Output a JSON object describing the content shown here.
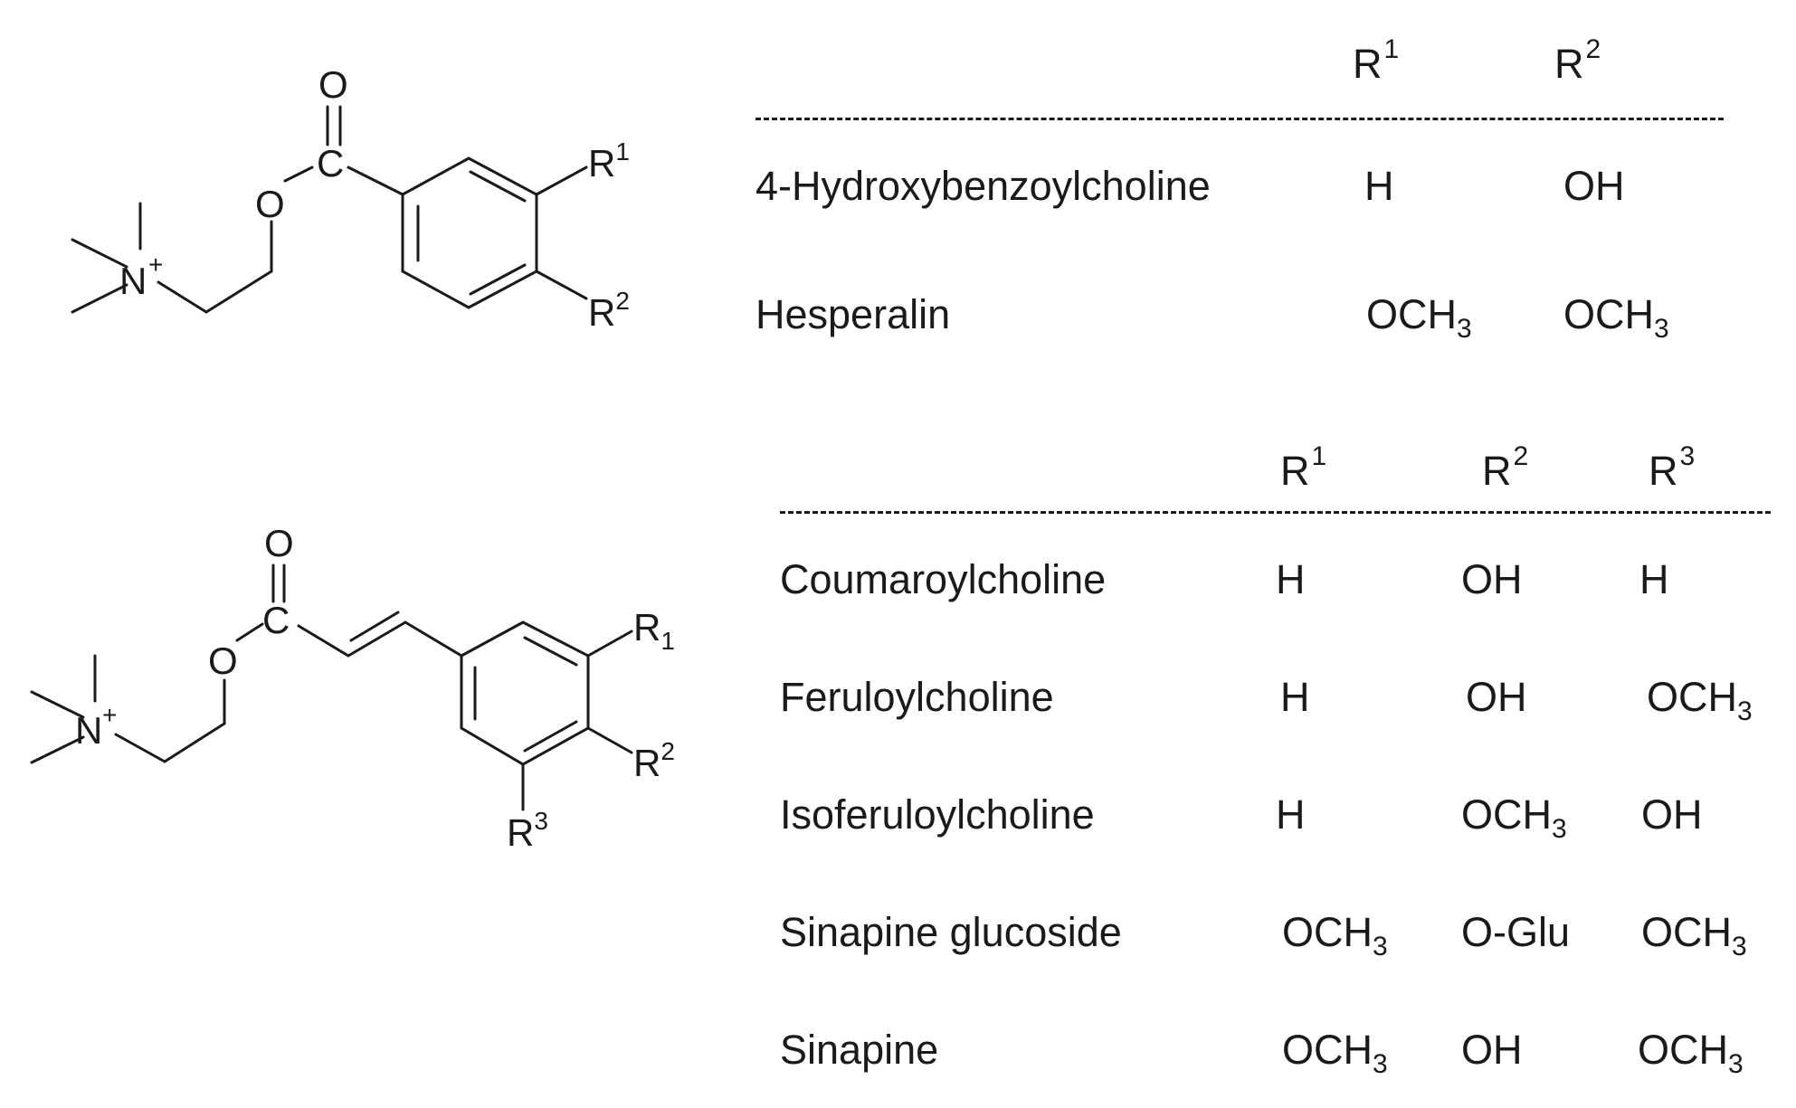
{
  "structure1": {
    "carbonyl_O": "O",
    "ester_O": "O",
    "nitrogen": "N",
    "charge": "+",
    "R1": "R",
    "R1_idx": "1",
    "R2": "R",
    "R2_idx": "2"
  },
  "structure2": {
    "carbonyl_O": "O",
    "ester_O": "O",
    "nitrogen": "N",
    "charge": "+",
    "R1": "R",
    "R1_idx": "1",
    "R2": "R",
    "R2_idx": "2",
    "R3": "R",
    "R3_idx": "3"
  },
  "table1": {
    "headers": [
      {
        "base": "R",
        "idx": "1"
      },
      {
        "base": "R",
        "idx": "2"
      }
    ],
    "rows": [
      {
        "name": "4-Hydroxybenzoylcholine",
        "r1": "H",
        "r1_sub": "",
        "r2": "OH",
        "r2_sub": ""
      },
      {
        "name": "Hesperalin",
        "r1": "OCH",
        "r1_sub": "3",
        "r2": "OCH",
        "r2_sub": "3"
      }
    ]
  },
  "table2": {
    "headers": [
      {
        "base": "R",
        "idx": "1"
      },
      {
        "base": "R",
        "idx": "2"
      },
      {
        "base": "R",
        "idx": "3"
      }
    ],
    "rows": [
      {
        "name": "Coumaroylcholine",
        "r1": "H",
        "r1_sub": "",
        "r2": "OH",
        "r2_sub": "",
        "r3": "H",
        "r3_sub": ""
      },
      {
        "name": "Feruloylcholine",
        "r1": "H",
        "r1_sub": "",
        "r2": "OH",
        "r2_sub": "",
        "r3": "OCH",
        "r3_sub": "3"
      },
      {
        "name": "Isoferuloylcholine",
        "r1": "H",
        "r1_sub": "",
        "r2": "OCH",
        "r2_sub": "3",
        "r3": "OH",
        "r3_sub": ""
      },
      {
        "name": "Sinapine glucoside",
        "r1": "OCH",
        "r1_sub": "3",
        "r2": "O-Glu",
        "r2_sub": "",
        "r3": "OCH",
        "r3_sub": "3"
      },
      {
        "name": "Sinapine",
        "r1": "OCH",
        "r1_sub": "3",
        "r2": "OH",
        "r2_sub": "",
        "r3": "OCH",
        "r3_sub": "3"
      }
    ]
  }
}
